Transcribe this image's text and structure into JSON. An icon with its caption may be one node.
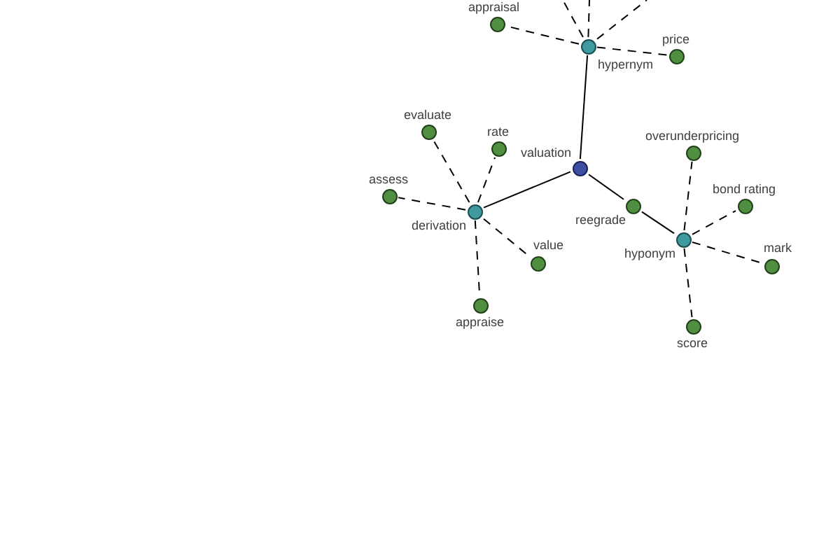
{
  "diagram": {
    "nodes": [
      {
        "text": [
          "appraisal"
        ]
      },
      {
        "text": [
          "hypernym"
        ]
      },
      {
        "text": [
          "price"
        ]
      },
      {
        "text": [
          "evaluate"
        ]
      },
      {
        "text": [
          "rate"
        ]
      },
      {
        "text": [
          "overunderpricing"
        ]
      },
      {
        "text": [
          "valuation"
        ]
      },
      {
        "text": [
          "assess"
        ]
      },
      {
        "text": [
          "reegrade"
        ]
      },
      {
        "text": [
          "bond rating"
        ]
      },
      {
        "text": [
          "derivation"
        ]
      },
      {
        "text": [
          "hyponym"
        ]
      },
      {
        "text": [
          "value"
        ]
      },
      {
        "text": [
          "mark"
        ]
      },
      {
        "text": [
          "appraise"
        ]
      },
      {
        "text": [
          "score"
        ]
      }
    ],
    "edges": [
      {
        "from": 6,
        "to": 1,
        "arrow": "none"
      },
      {
        "from": 6,
        "to": 10,
        "arrow": "none"
      },
      {
        "from": 6,
        "to": 8,
        "arrow": "none"
      },
      {
        "from": 8,
        "to": 11,
        "arrow": "none"
      },
      {
        "from": 1,
        "to": 0,
        "arrow": "none",
        "style": "dashed"
      },
      {
        "from": 1,
        "to": 2,
        "arrow": "none",
        "style": "dashed"
      },
      {
        "from": 1,
        "to": null,
        "arrow": "none",
        "style": "dashed"
      },
      {
        "from": 1,
        "to": null,
        "arrow": "none",
        "style": "dashed"
      },
      {
        "from": 1,
        "to": null,
        "arrow": "none",
        "style": "dashed"
      },
      {
        "from": 10,
        "to": 3,
        "arrow": "none",
        "style": "dashed"
      },
      {
        "from": 10,
        "to": 4,
        "arrow": "none",
        "style": "dashed"
      },
      {
        "from": 10,
        "to": 7,
        "arrow": "none",
        "style": "dashed"
      },
      {
        "from": 10,
        "to": 12,
        "arrow": "none",
        "style": "dashed"
      },
      {
        "from": 10,
        "to": 14,
        "arrow": "none",
        "style": "dashed"
      },
      {
        "from": 11,
        "to": 5,
        "arrow": "none",
        "style": "dashed"
      },
      {
        "from": 11,
        "to": 9,
        "arrow": "none",
        "style": "dashed"
      },
      {
        "from": 11,
        "to": 13,
        "arrow": "none",
        "style": "dashed"
      },
      {
        "from": 11,
        "to": 15,
        "arrow": "none",
        "style": "dashed"
      }
    ]
  }
}
